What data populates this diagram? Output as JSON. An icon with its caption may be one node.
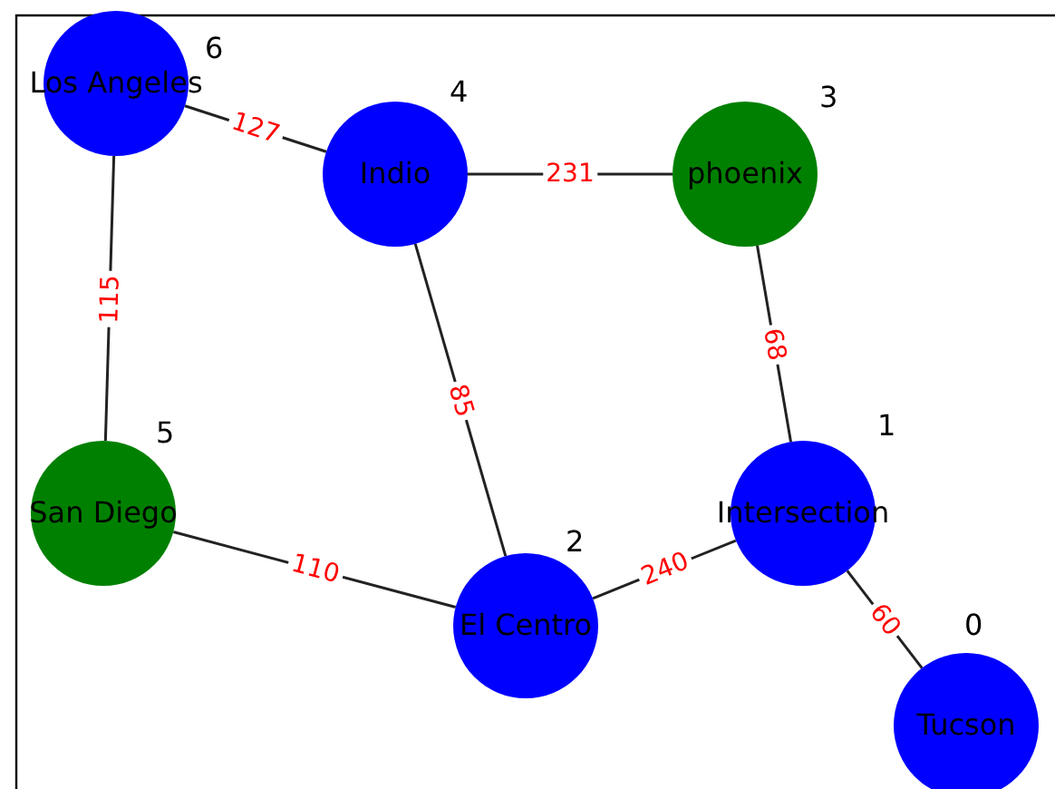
{
  "diagram": {
    "nodes": [
      {
        "text": [
          "Los Angeles"
        ],
        "beside": [
          "6"
        ]
      },
      {
        "text": [
          "Indio"
        ],
        "beside": [
          "4"
        ]
      },
      {
        "text": [
          "phoenix"
        ],
        "beside": [
          "3"
        ]
      },
      {
        "text": [
          "San Diego"
        ],
        "beside": [
          "5"
        ]
      },
      {
        "text": [
          "Intersection"
        ],
        "beside": [
          "1"
        ]
      },
      {
        "text": [
          "El Centro"
        ],
        "beside": [
          "2"
        ]
      },
      {
        "text": [
          "Tucson"
        ],
        "beside": [
          "0"
        ]
      }
    ],
    "edges": [
      {
        "from": 0,
        "to": 1,
        "arrow": "none",
        "label": "127"
      },
      {
        "from": 1,
        "to": 2,
        "arrow": "none",
        "label": "231"
      },
      {
        "from": 0,
        "to": 3,
        "arrow": "none",
        "label": "115"
      },
      {
        "from": 1,
        "to": 5,
        "arrow": "none",
        "label": "85"
      },
      {
        "from": 2,
        "to": 4,
        "arrow": "none",
        "label": "68"
      },
      {
        "from": 3,
        "to": 5,
        "arrow": "none",
        "label": "110"
      },
      {
        "from": 5,
        "to": 4,
        "arrow": "none",
        "label": "240"
      },
      {
        "from": 4,
        "to": 6,
        "arrow": "none",
        "label": "60"
      }
    ]
  }
}
